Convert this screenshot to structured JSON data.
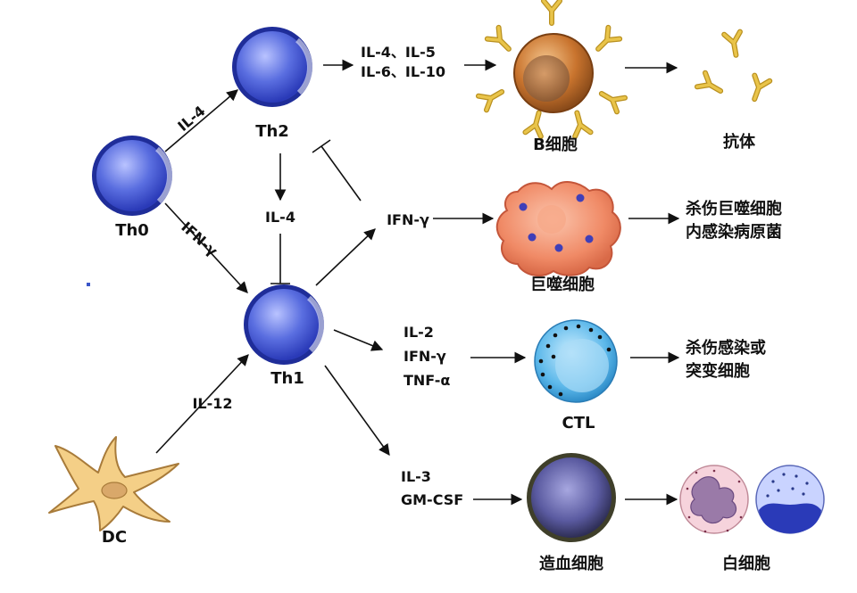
{
  "cells": {
    "th0": "Th0",
    "th1": "Th1",
    "th2": "Th2",
    "dc": "DC",
    "b_cell": "B细胞",
    "macrophage": "巨噬细胞",
    "ctl": "CTL",
    "hematopoietic": "造血细胞",
    "leukocyte": "白细胞",
    "antibody": "抗体"
  },
  "edges": {
    "th0_to_th2": "IL-4",
    "th0_to_th1": "IFN-γ",
    "dc_to_th1": "IL-12",
    "th2_to_th1": "IL-4",
    "th1_ifn": "IFN-γ",
    "th2_to_b_1": "IL-4、IL-5",
    "th2_to_b_2": "IL-6、IL-10",
    "th1_to_ctl_1": "IL-2",
    "th1_to_ctl_2": "IFN-γ",
    "th1_to_ctl_3": "TNF-α",
    "th1_to_hema_1": "IL-3",
    "th1_to_hema_2": "GM-CSF"
  },
  "outcomes": {
    "macrophage_1": "杀伤巨噬细胞",
    "macrophage_2": "内感染病原菌",
    "ctl_1": "杀伤感染或",
    "ctl_2": "突变细胞"
  },
  "colors": {
    "t_cell": "#4a5fd9",
    "b_cell": "#c9742e",
    "antibody": "#d4a52a",
    "macrophage": "#f08a66",
    "ctl": "#5cb8ea",
    "hematopoietic": "#6a6aa8",
    "dc": "#f0c070"
  }
}
